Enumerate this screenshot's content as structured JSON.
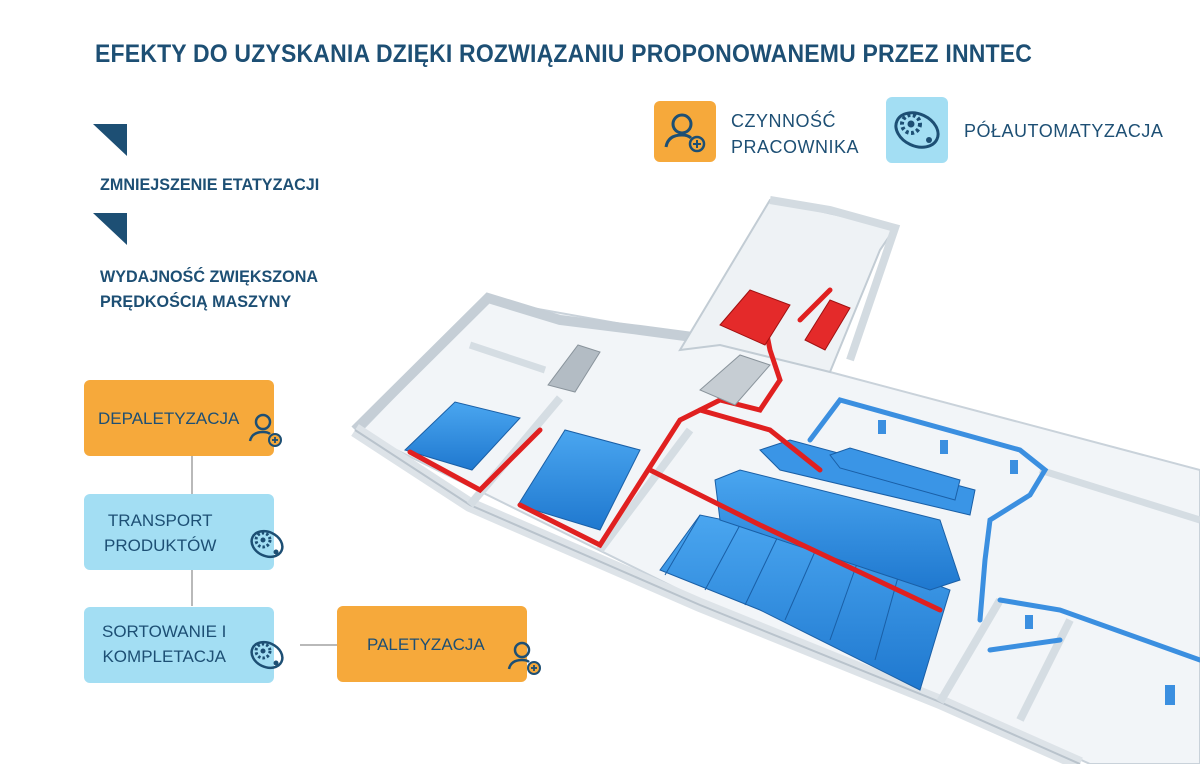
{
  "header": {
    "title": "EFEKTY DO UZYSKANIA DZIĘKI ROZWIĄZANIU PROPONOWANEMU PRZEZ INNTEC"
  },
  "effects": [
    {
      "line1": "ZMNIEJSZENIE ETATYZACJI",
      "line2": ""
    },
    {
      "line1": "WYDAJNOŚĆ ZWIĘKSZONA",
      "line2": "PRĘDKOŚCIĄ MASZYNY"
    }
  ],
  "legend": {
    "worker": {
      "line1": "CZYNNOŚĆ",
      "line2": "PRACOWNIKA",
      "icon": "worker-icon",
      "color": "#f6a93b"
    },
    "automation": {
      "label": "PÓŁAUTOMATYZACJA",
      "icon": "gear-conveyor-icon",
      "color": "#a3def3"
    }
  },
  "flow": {
    "depal": {
      "label": "DEPALETYZACJA",
      "type": "worker"
    },
    "transport": {
      "line1": "TRANSPORT",
      "line2": "PRODUKTÓW",
      "type": "automation"
    },
    "sort": {
      "line1": "SORTOWANIE I",
      "line2": "KOMPLETACJA",
      "type": "automation"
    },
    "pal": {
      "label": "PALETYZACJA",
      "type": "worker"
    }
  },
  "colors": {
    "accent": "#1d4f74",
    "worker": "#f6a93b",
    "automation": "#a3def3",
    "storage": "#2f8fe0",
    "conveyor_red": "#e02020"
  }
}
